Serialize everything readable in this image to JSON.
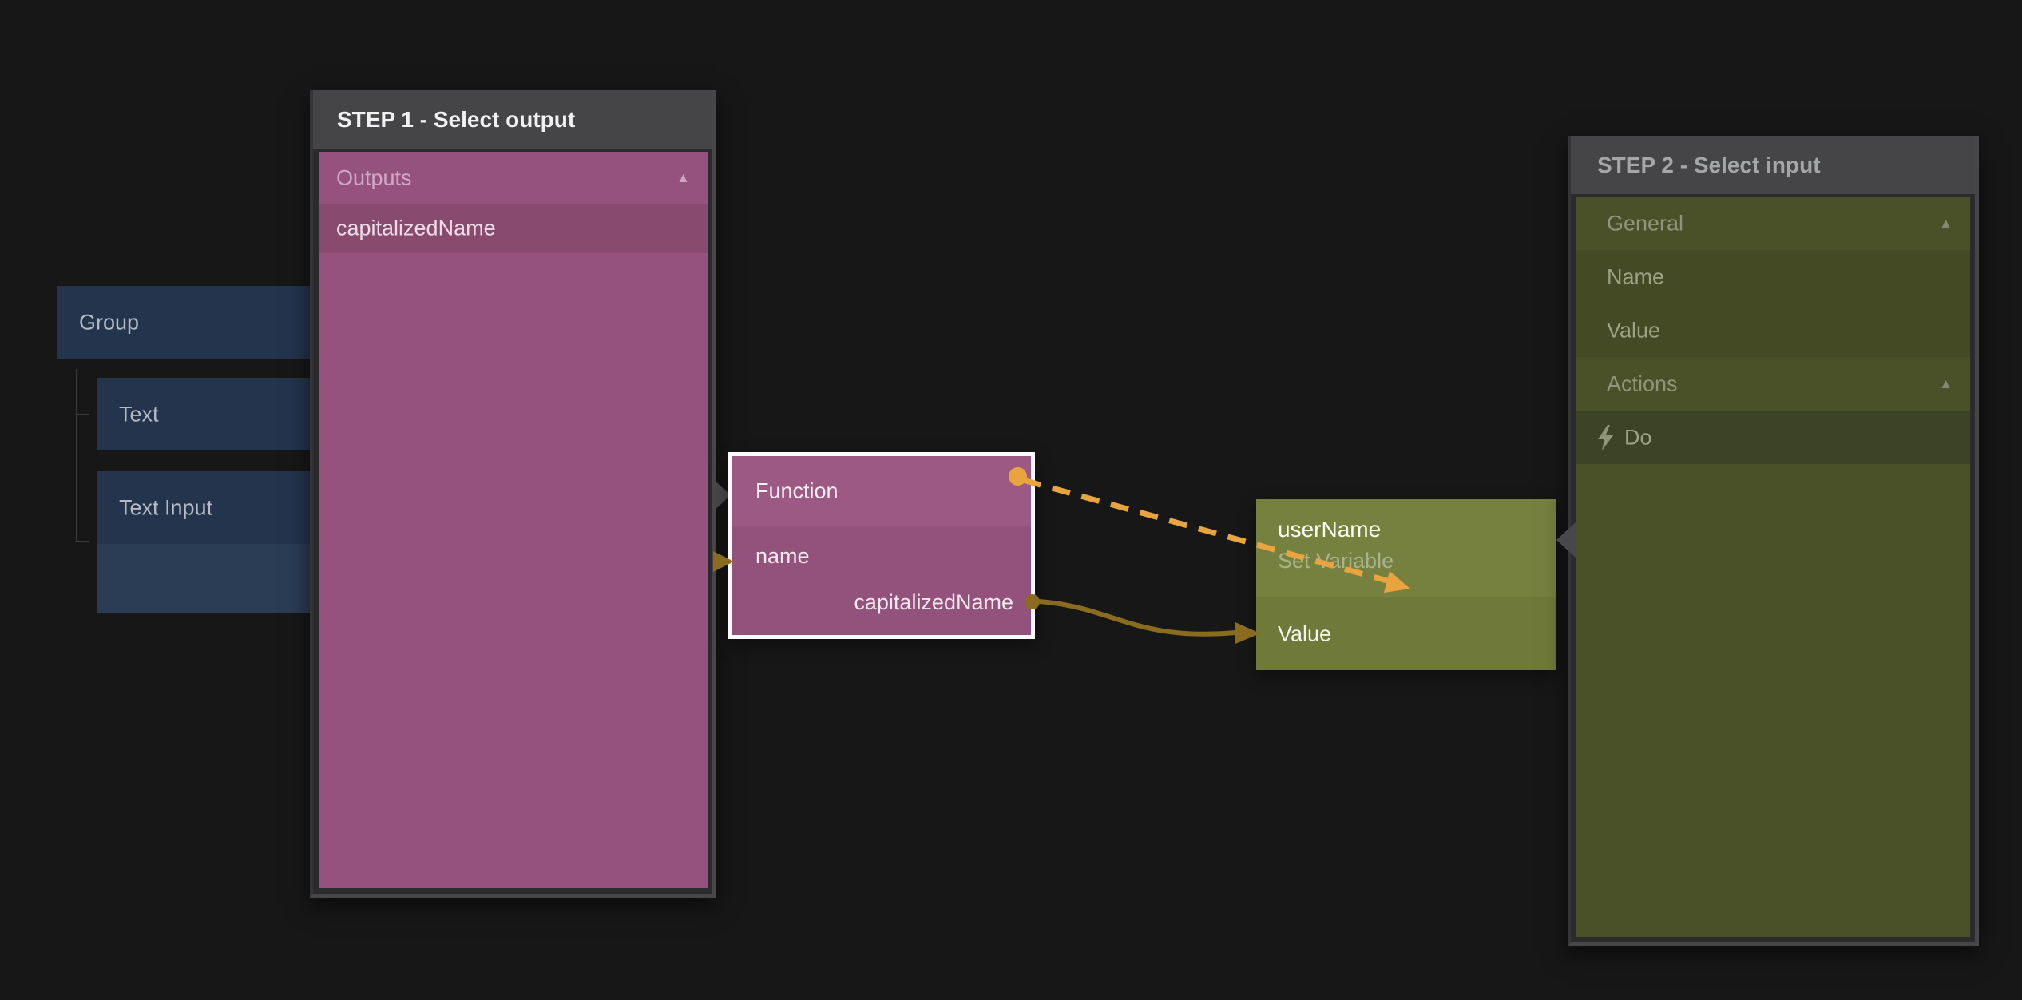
{
  "canvas": {
    "background": "#171717"
  },
  "tree": {
    "group_label": "Group",
    "text_label": "Text",
    "text_input_label": "Text Input"
  },
  "step1_panel": {
    "title": "STEP 1 - Select output",
    "outputs_section": "Outputs",
    "collapse_icon": "▲",
    "output_item": "capitalizedName"
  },
  "function_node": {
    "title": "Function",
    "input_label": "name",
    "output_label": "capitalizedName"
  },
  "username_node": {
    "title": "userName",
    "subtitle": "Set Variable",
    "input_label": "Value"
  },
  "step2_panel": {
    "title": "STEP 2 - Select input",
    "collapse_icon": "▲",
    "sections": {
      "general": "General",
      "actions": "Actions"
    },
    "items": {
      "name": "Name",
      "value": "Value",
      "do": "Do"
    }
  },
  "colors": {
    "accent_orange": "#e8a43e",
    "connection_gold": "#8a6c20",
    "step1_pink": "#96527e",
    "step2_olive": "#4a5129",
    "node_blue": "#24344d",
    "panel_header_gray": "#454548"
  }
}
